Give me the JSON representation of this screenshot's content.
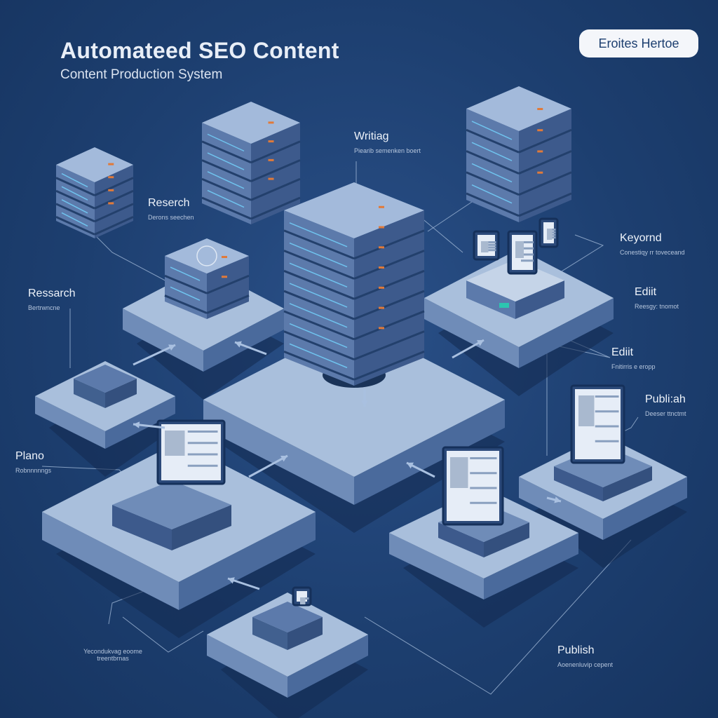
{
  "header": {
    "title": "Automateed SEO Content",
    "subtitle": "Content Production System",
    "badge": "Eroites Hertoe"
  },
  "labels": [
    {
      "id": "writing",
      "title": "Writiag",
      "sub": "Piearib semenken boert"
    },
    {
      "id": "reserch",
      "title": "Reserch",
      "sub": "Derons seechen"
    },
    {
      "id": "keyword",
      "title": "Keyornd",
      "sub": "Conestiqy rr toveceand"
    },
    {
      "id": "ressarch",
      "title": "Ressarch",
      "sub": "Bertrwncne"
    },
    {
      "id": "edit1",
      "title": "Ediit",
      "sub": "Reesgy: tnomot"
    },
    {
      "id": "edit2",
      "title": "Ediit",
      "sub": "Fnitirris e eropp"
    },
    {
      "id": "publish1",
      "title": "Publi:ah",
      "sub": "Deeser ttnctmt"
    },
    {
      "id": "plano",
      "title": "Plano",
      "sub": "Robnnnnngs"
    },
    {
      "id": "publish2",
      "title": "Publish",
      "sub": "Aoenenluvip cepent"
    },
    {
      "id": "bottom",
      "title": "",
      "sub": "Yecondukvag eoome treentbrnas"
    }
  ],
  "colors": {
    "background": "#1d3f70",
    "platform_top": "#a9bfdc",
    "platform_side": "#4a6a9c",
    "server_side": "#3d5a8c",
    "led": "#e07a3a",
    "accent": "#2cc6b0"
  }
}
